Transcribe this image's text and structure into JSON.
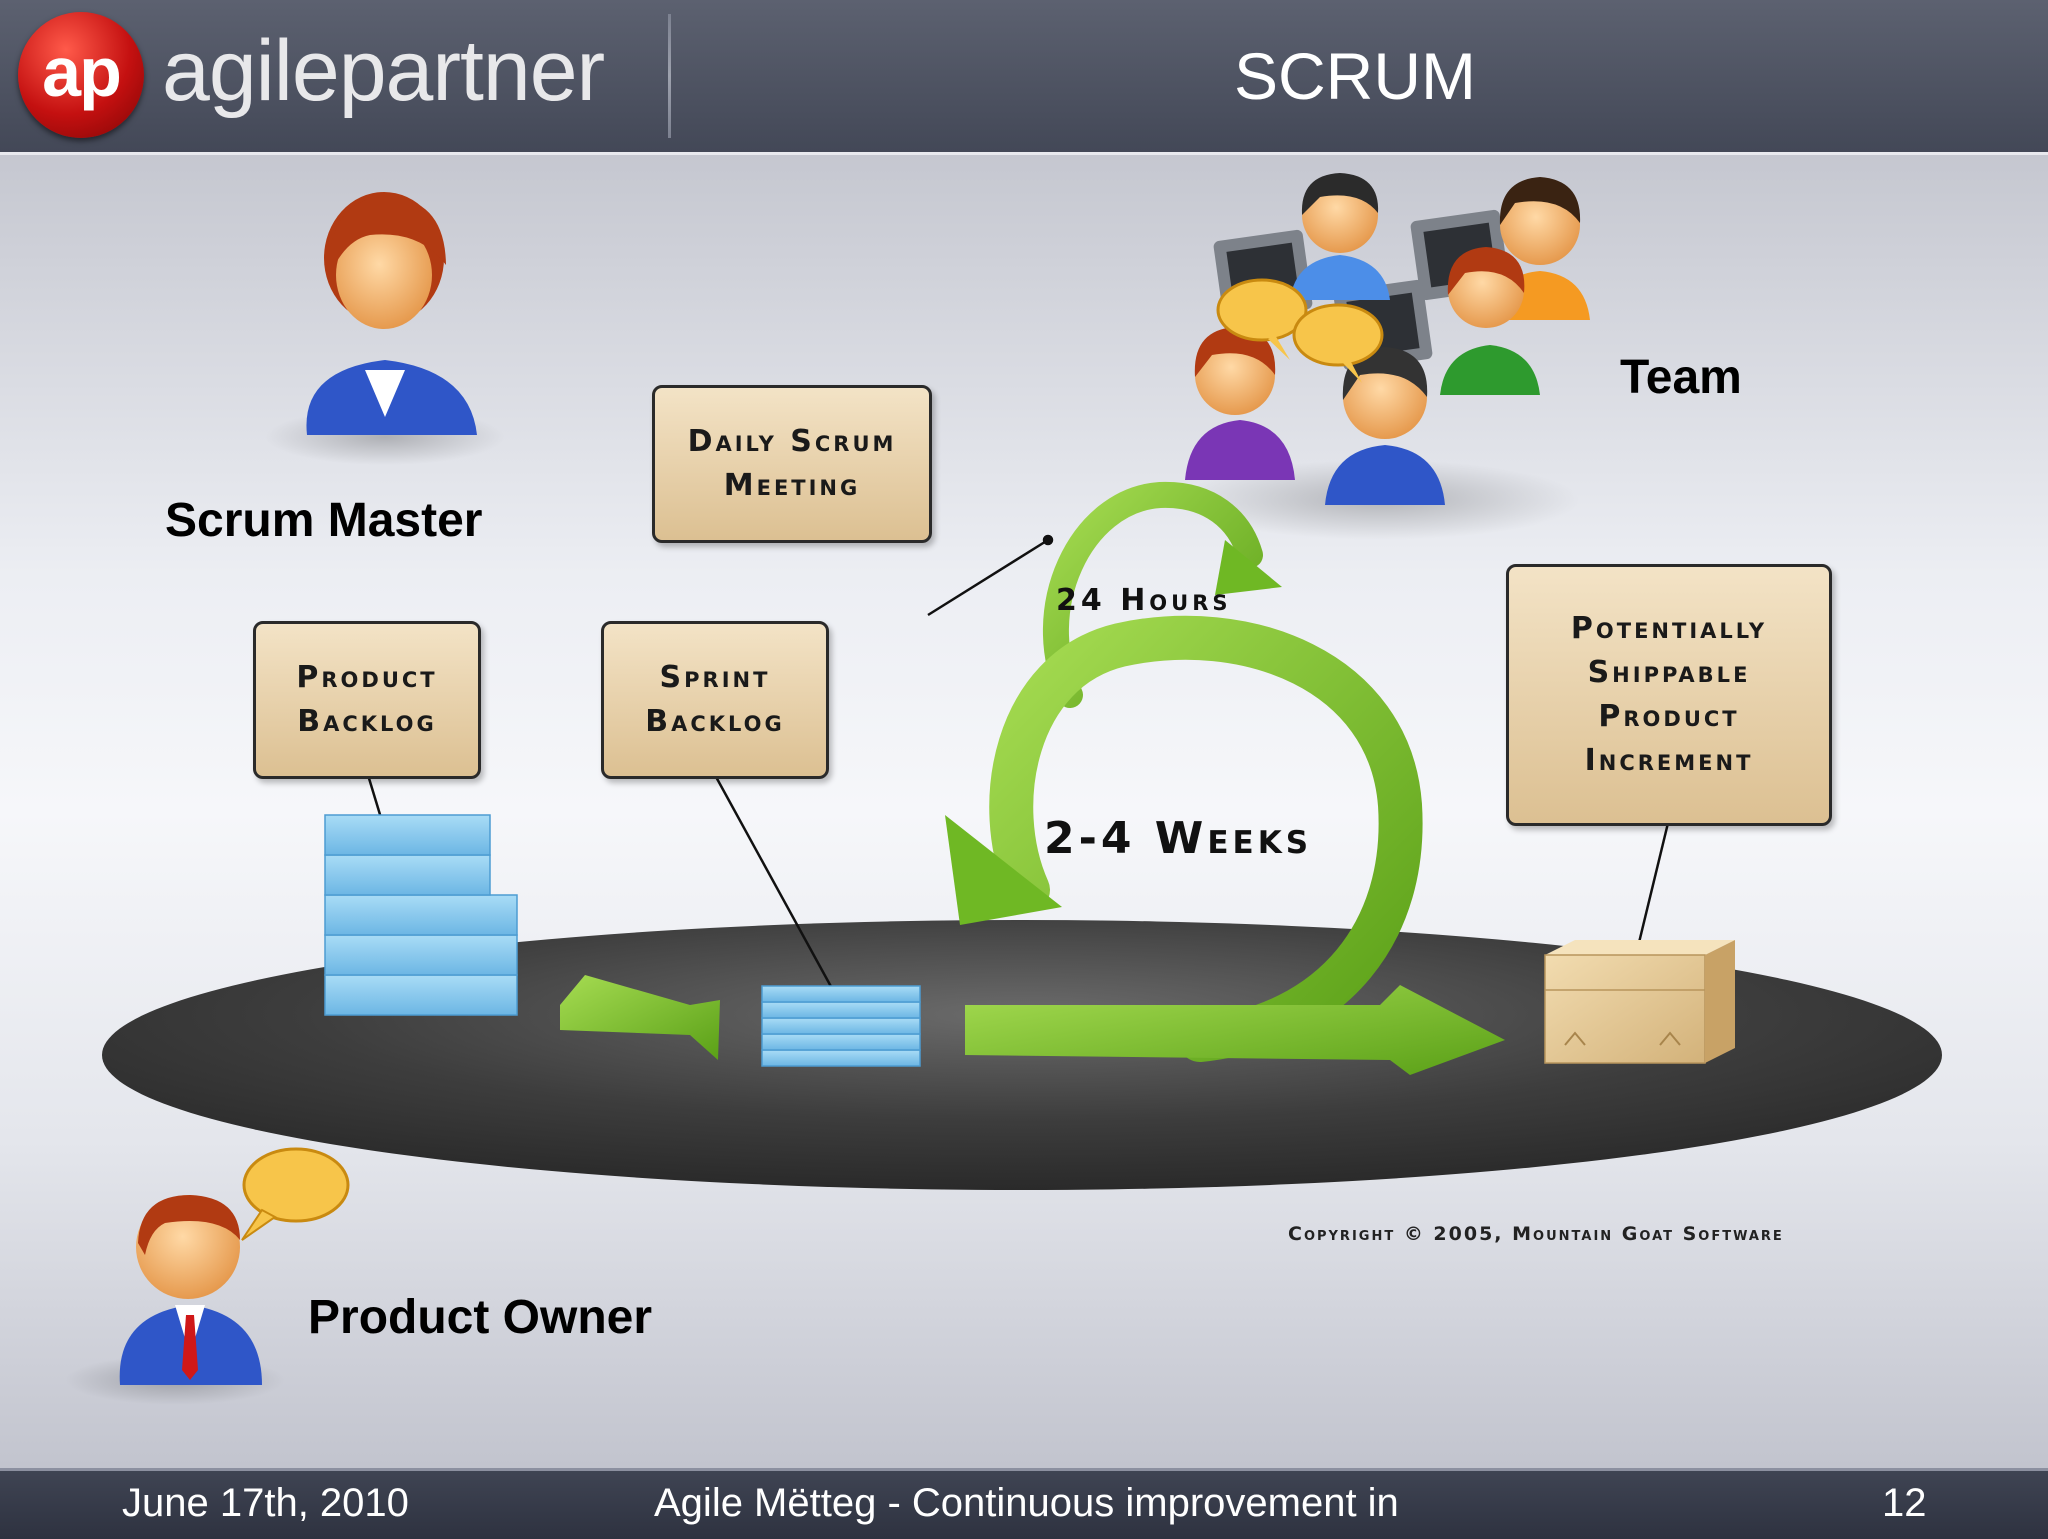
{
  "header": {
    "logo_mark": "ap",
    "logo_word": "agilepartner",
    "title": "SCRUM"
  },
  "roles": {
    "scrum_master": "Scrum Master",
    "team": "Team",
    "product_owner": "Product Owner"
  },
  "cards": {
    "daily_scrum": "Daily Scrum\nMeeting",
    "product_backlog": "Product\nBacklog",
    "sprint_backlog": "Sprint\nBacklog",
    "increment": "Potentially\nShippable\nProduct\nIncrement"
  },
  "cycle": {
    "daily": "24 Hours",
    "sprint": "2-4 Weeks"
  },
  "copyright": "Copyright © 2005, Mountain Goat Software",
  "footer": {
    "date": "June 17th, 2010",
    "event": "Agile Mëtteg - Continuous improvement in",
    "page": "12"
  },
  "colors": {
    "header_bg": "#4a4f5e",
    "card_fill": "#e8d2ad",
    "arrow_green": "#7cc22c",
    "backlog_blue": "#8ccbee",
    "platform": "#3f3f3f"
  }
}
